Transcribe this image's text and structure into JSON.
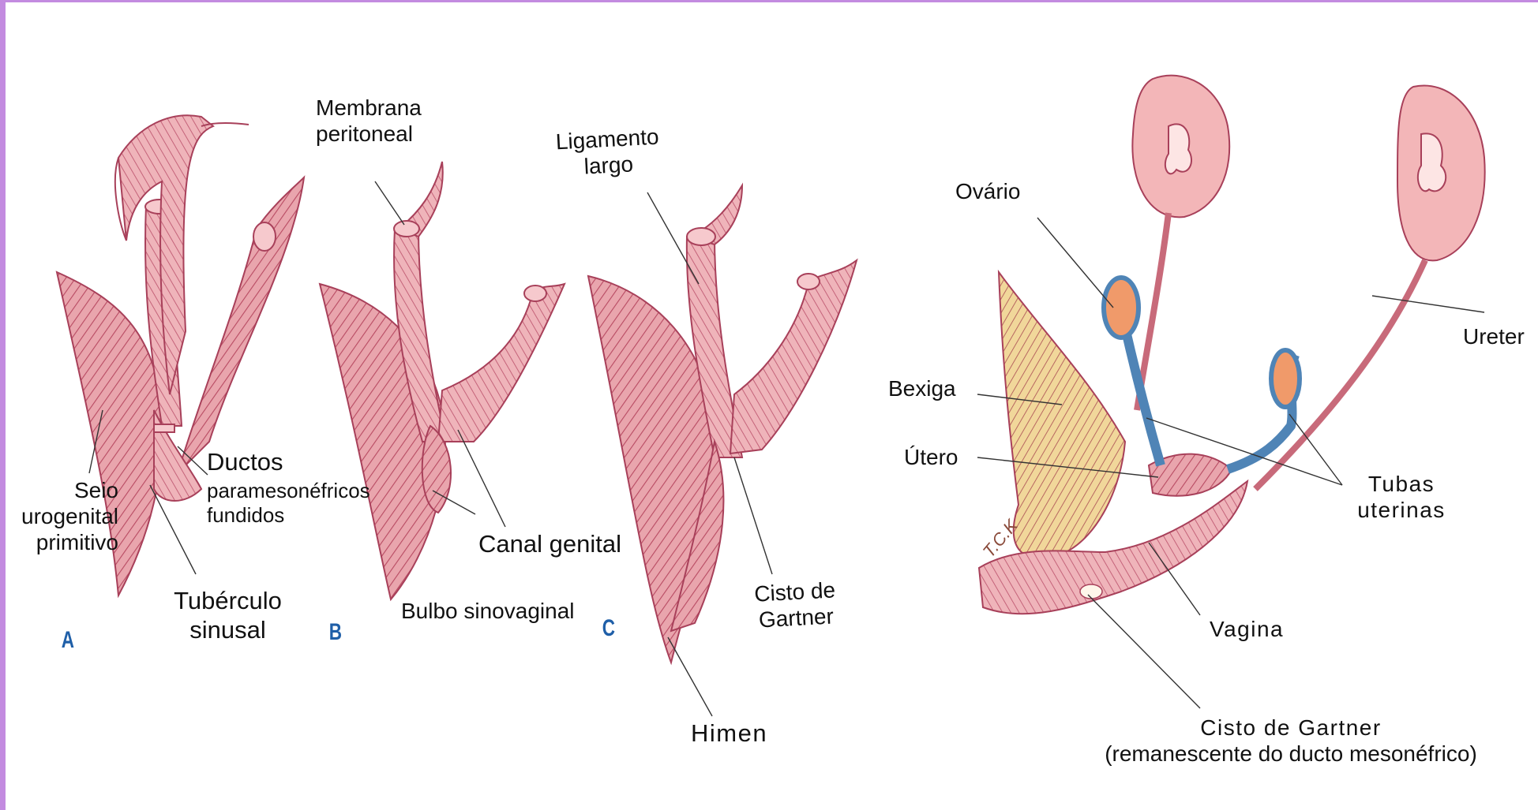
{
  "panels": {
    "a": "A",
    "b": "B",
    "c": "C"
  },
  "labels": {
    "seio": [
      "Seio",
      "urogenital",
      "primitivo"
    ],
    "ductos_title": "Ductos",
    "ductos_sub": [
      "paramesonéfricos",
      "fundidos"
    ],
    "tuberculo": [
      "Tubérculo",
      "sinusal"
    ],
    "membrana": [
      "Membrana",
      "peritoneal"
    ],
    "bulbo": "Bulbo sinovaginal",
    "canal": "Canal genital",
    "ligamento": [
      "Ligamento",
      "largo"
    ],
    "cisto_c": [
      "Cisto de",
      "Gartner"
    ],
    "himen": "Himen",
    "ovario": "Ovário",
    "ureter": "Ureter",
    "bexiga": "Bexiga",
    "utero": "Útero",
    "tubas": [
      "Tubas",
      "uterinas"
    ],
    "vagina": "Vagina",
    "cisto_right": [
      "Cisto de Gartner",
      "(remanescente do ducto mesonéfrico)"
    ],
    "signature": "T.C.K"
  },
  "colors": {
    "frame": "#c38be0",
    "tissue": "#e9a5ad",
    "tissue_dark": "#b84a62",
    "kidney": "#f3b6b8",
    "bladder": "#f1d79a",
    "tube": "#4f84b6",
    "panel_letter": "#1f5fa8"
  }
}
